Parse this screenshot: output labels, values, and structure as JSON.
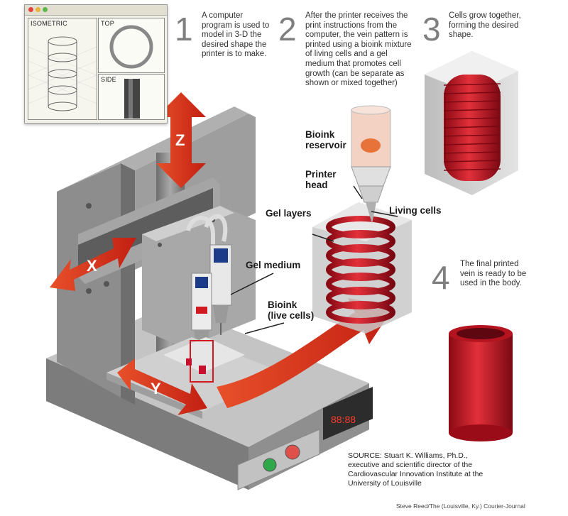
{
  "software_window": {
    "panels": {
      "isometric": "ISOMETRIC",
      "top": "TOP",
      "side": "SIDE"
    }
  },
  "steps": [
    {
      "number": "1",
      "text": "A computer program is used to model in 3-D the desired shape the printer is to make."
    },
    {
      "number": "2",
      "text": "After the printer receives the print instructions from the computer, the vein pattern is printed using a bioink mixture of living cells and a gel medium that promotes cell growth (can be separate as shown or mixed together)"
    },
    {
      "number": "3",
      "text": "Cells grow together, forming the desired shape."
    },
    {
      "number": "4",
      "text": "The final printed vein is ready to be used in the body."
    }
  ],
  "axes": {
    "z": "Z",
    "x": "X",
    "y": "Y"
  },
  "callouts": {
    "bioink_reservoir": [
      "Bioink",
      "reservoir"
    ],
    "printer_head": [
      "Printer",
      "head"
    ],
    "gel_layers": "Gel layers",
    "living_cells": "Living cells",
    "gel_medium": "Gel medium",
    "bioink_live": [
      "Bioink",
      "(live cells)"
    ]
  },
  "display": {
    "readout": "88:88"
  },
  "source": {
    "lines": [
      "SOURCE: Stuart K. Williams, Ph.D.,",
      "executive and scientific director of the",
      "Cardiovascular Innovation Institute at the",
      "University of Louisville"
    ]
  },
  "credit": "Steve Reed/The (Louisville, Ky.) Courier-Journal",
  "colors": {
    "accent_red": "#c8102e",
    "arrow_red": "#e0401f",
    "machine_gray": "#8c8c8c"
  }
}
